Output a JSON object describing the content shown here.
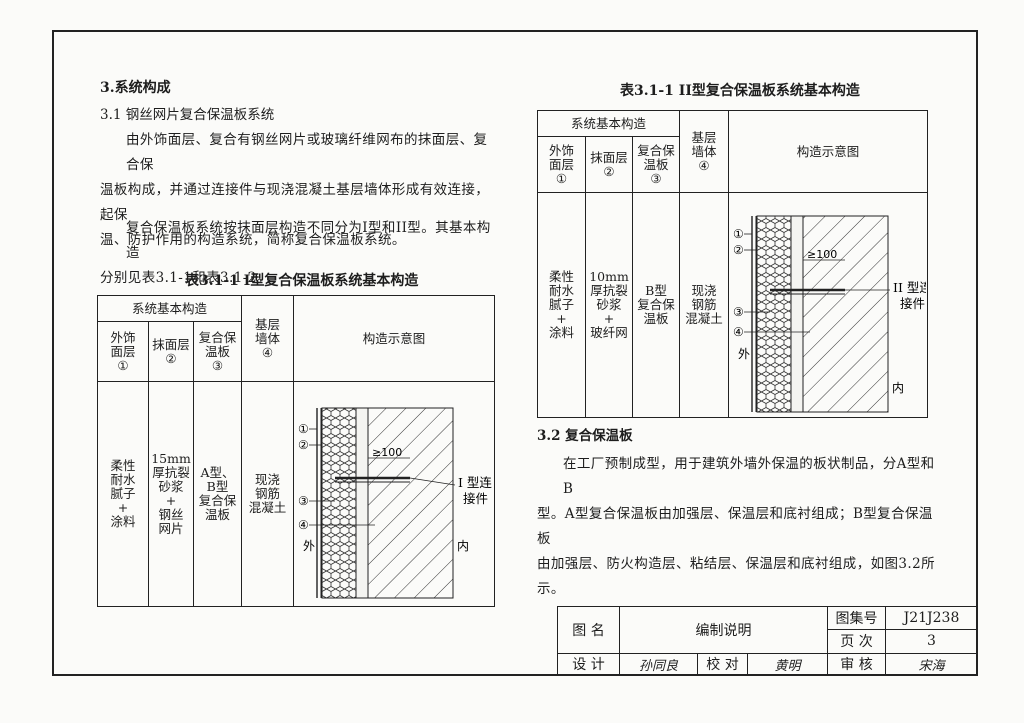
{
  "left": {
    "section_title": "3.系统构成",
    "sub_title": "3.1 钢丝网片复合保温板系统",
    "para1_lines": [
      "由外饰面层、复合有钢丝网片或玻璃纤维网布的抹面层、复合保",
      "温板构成，并通过连接件与现浇混凝土基层墙体形成有效连接，起保",
      "温、防护作用的构造系统，简称复合保温板系统。"
    ],
    "para2_lines": [
      "复合保温板系统按抹面层构造不同分为I型和II型。其基本构造",
      "分别见表3.1-1和表3.1-2。"
    ],
    "table_caption": "表3.1-1 I型复合保温板系统基本构造",
    "table": {
      "group_header": "系统基本构造",
      "col1": [
        "外饰",
        "面层",
        "①"
      ],
      "col2": [
        "抹面层",
        "②"
      ],
      "col3": [
        "复合保",
        "温板",
        "③"
      ],
      "col4": [
        "基层",
        "墙体",
        "④"
      ],
      "col5": "构造示意图",
      "v1": [
        "柔性",
        "耐水",
        "腻子",
        "+",
        "涂料"
      ],
      "v2": [
        "15mm",
        "厚抗裂",
        "砂浆",
        "+",
        "钢丝",
        "网片"
      ],
      "v3": [
        "A型、",
        "B型",
        "复合保",
        "温板"
      ],
      "v4": [
        "现浇",
        "钢筋",
        "混凝土"
      ]
    },
    "diagram": {
      "n1": "①",
      "n2": "②",
      "n3": "③",
      "n4": "④",
      "dim": "≥100",
      "connector": [
        "I 型连",
        "接件"
      ],
      "outside": "外",
      "inside": "内"
    }
  },
  "right": {
    "table_caption": "表3.1-1 II型复合保温板系统基本构造",
    "table": {
      "group_header": "系统基本构造",
      "col1": [
        "外饰",
        "面层",
        "①"
      ],
      "col2": [
        "抹面层",
        "②"
      ],
      "col3": [
        "复合保",
        "温板",
        "③"
      ],
      "col4": [
        "基层",
        "墙体",
        "④"
      ],
      "col5": "构造示意图",
      "v1": [
        "柔性",
        "耐水",
        "腻子",
        "+",
        "涂料"
      ],
      "v2": [
        "10mm",
        "厚抗裂",
        "砂浆",
        "+",
        "玻纤网"
      ],
      "v3": [
        "B型",
        "复合保",
        "温板"
      ],
      "v4": [
        "现浇",
        "钢筋",
        "混凝土"
      ]
    },
    "diagram": {
      "n1": "①",
      "n2": "②",
      "n3": "③",
      "n4": "④",
      "dim": "≥100",
      "connector": [
        "II 型连",
        "接件"
      ],
      "outside": "外",
      "inside": "内"
    },
    "sub_title": "3.2 复合保温板",
    "para_lines": [
      "在工厂预制成型，用于建筑外墙外保温的板状制品，分A型和B",
      "型。A型复合保温板由加强层、保温层和底衬组成；B型复合保温板",
      "由加强层、防火构造层、粘结层、保温层和底衬组成，如图3.2所示。"
    ]
  },
  "title_block": {
    "drawing_name_label": "图  名",
    "drawing_name": "编制说明",
    "atlas_label": "图集号",
    "atlas_no": "J21J238",
    "page_label": "页  次",
    "page_no": "3",
    "design_label": "设  计",
    "design_sig": "孙同良",
    "check_label": "校  对",
    "check_sig": "黄明",
    "review_label": "审  核",
    "review_sig": "宋海"
  }
}
